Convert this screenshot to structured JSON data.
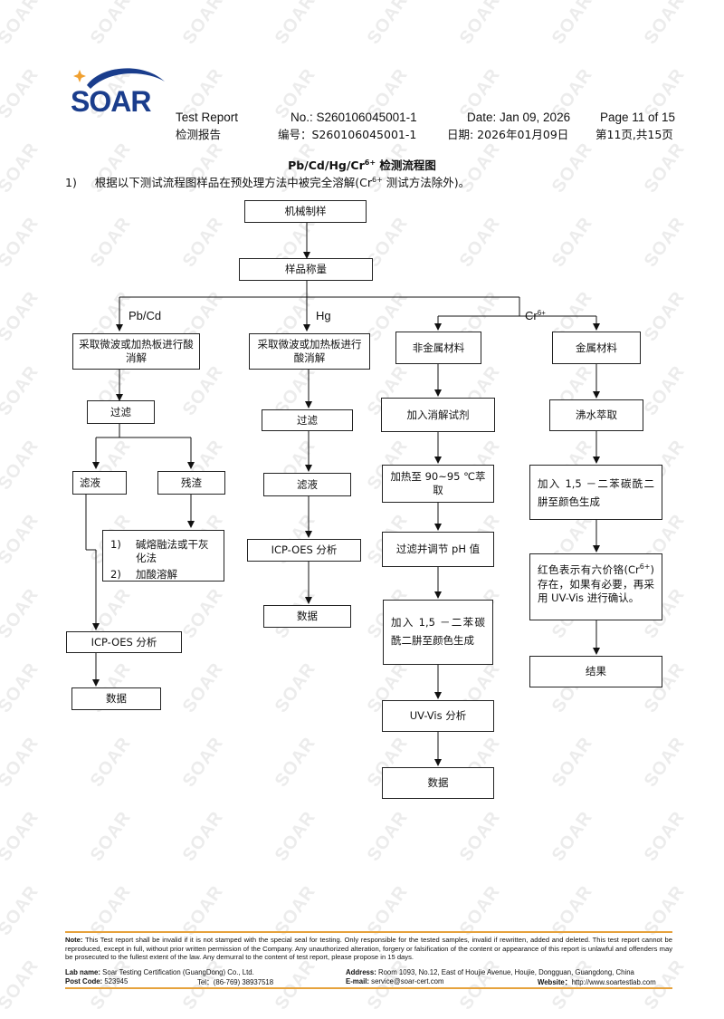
{
  "logo": {
    "text": "SOAR",
    "brand_color": "#1a3d8c",
    "star_color": "#f0a030"
  },
  "header": {
    "report_en": "Test Report",
    "report_cn": "检测报告",
    "no_en": "No.: S260106045001-1",
    "no_cn": "编号：S260106045001-1",
    "date_en": "Date: Jan 09, 2026",
    "date_cn": "日期: 2026年01月09日",
    "page_en": "Page 11 of 15",
    "page_cn": "第11页,共15页"
  },
  "title": {
    "main": "Pb/Cd/Hg/Cr",
    "sup": "6+",
    "tail": " 检测流程图"
  },
  "intro": {
    "num": "1)",
    "text_a": "根据以下测试流程图样品在预处理方法中被完全溶解(Cr",
    "sup": "6+",
    "text_b": " 测试方法除外)。"
  },
  "flow": {
    "start": "机械制样",
    "weigh": "样品称量",
    "labels": {
      "pbcd": "Pb/Cd",
      "hg": "Hg",
      "cr": "Cr",
      "cr_sup": "6+"
    },
    "pbcd": {
      "digest": "采取微波或加热板进行酸消解",
      "filter": "过滤",
      "filtrate": "滤液",
      "residue": "残渣",
      "residue_steps": [
        {
          "num": "1)",
          "text": "碱熔融法或干灰化法"
        },
        {
          "num": "2)",
          "text": "加酸溶解"
        }
      ],
      "icp": "ICP-OES 分析",
      "data": "数据"
    },
    "hg": {
      "digest": "采取微波或加热板进行酸消解",
      "filter": "过滤",
      "filtrate": "滤液",
      "icp": "ICP-OES 分析",
      "data": "数据"
    },
    "nonmetal": {
      "title": "非金属材料",
      "reagent": "加入消解试剂",
      "heat": "加热至 90~95 ℃萃取",
      "ph": "过滤并调节 pH 值",
      "color": "加入 1,5 －二苯碳酰二肼至颜色生成",
      "uv": "UV-Vis 分析",
      "data": "数据"
    },
    "metal": {
      "title": "金属材料",
      "boil": "沸水萃取",
      "color": "加入 1,5 －二苯碳酰二肼至颜色生成",
      "red_a": "红色表示有六价铬(Cr",
      "red_sup": "6+",
      "red_b": ")存在，如果有必要，再采用 UV-Vis 进行确认。",
      "result": "结果"
    }
  },
  "footer": {
    "note_label": "Note:",
    "note": "This Test report shall be invalid if it is not stamped with the special seal for testing. Only responsible for the tested samples, invalid if rewritten, added and deleted. This test report cannot be reproduced, except in full, without prior written permission of the Company.   Any unauthorized alteration, forgery or falsification of the content or appearance of this report is unlawful and offenders may be prosecuted to the fullest extent of the law. Any demurral to the content of test report, please propose in 15 days.",
    "lab_label": "Lab name:",
    "lab": "Soar Testing Certification (GuangDong) Co., Ltd.",
    "address_label": "Address:",
    "address": "Room 1093, No.12, East of Houjie Avenue, Houjie, Dongguan, Guangdong, China",
    "post_label": "Post Code:",
    "post": "523945",
    "tel": "Tel：(86-769) 38937518",
    "email_label": "E-mail:",
    "email": "service@soar-cert.com",
    "web_label": "Website：",
    "web": "http://www.soartestlab.com"
  },
  "watermark": "SOAR"
}
